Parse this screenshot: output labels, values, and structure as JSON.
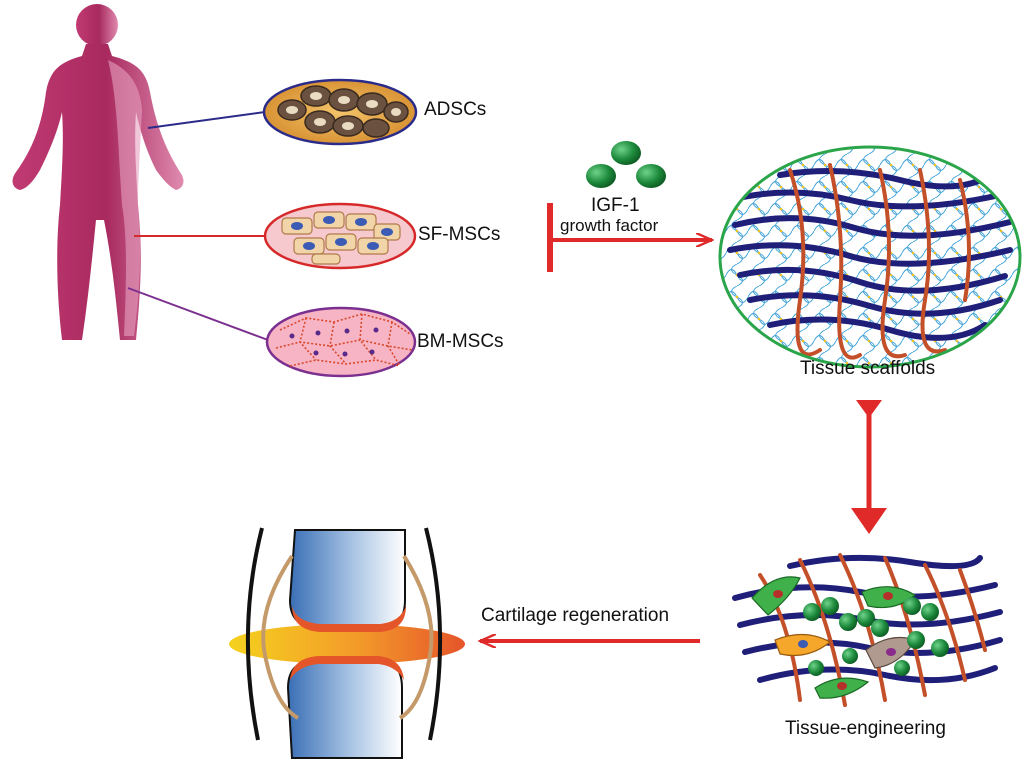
{
  "labels": {
    "adscs": "ADSCs",
    "sf_mscs": "SF-MSCs",
    "bm_mscs": "BM-MSCs",
    "igf_title": "IGF-1",
    "igf_sub": "growth factor",
    "tissue_scaffolds": "Tissue scaffolds",
    "tissue_engineering": "Tissue-engineering",
    "cartilage_regeneration": "Cartilage regeneration"
  },
  "icons": {
    "body": "human-body-icon",
    "igf": "growth-factor-molecule-icon",
    "joint": "knee-joint-icon"
  },
  "colors": {
    "body": "#b8306a",
    "arrow": "#e02a2a",
    "fiber_dark": "#1f1f7a",
    "fiber_orange": "#c4502a",
    "scaffold_border": "#2aa54a",
    "adsc_line": "#2b2b8a",
    "sfmsc_line": "#d62a2a",
    "bmmsc_line": "#7b2f8f"
  }
}
